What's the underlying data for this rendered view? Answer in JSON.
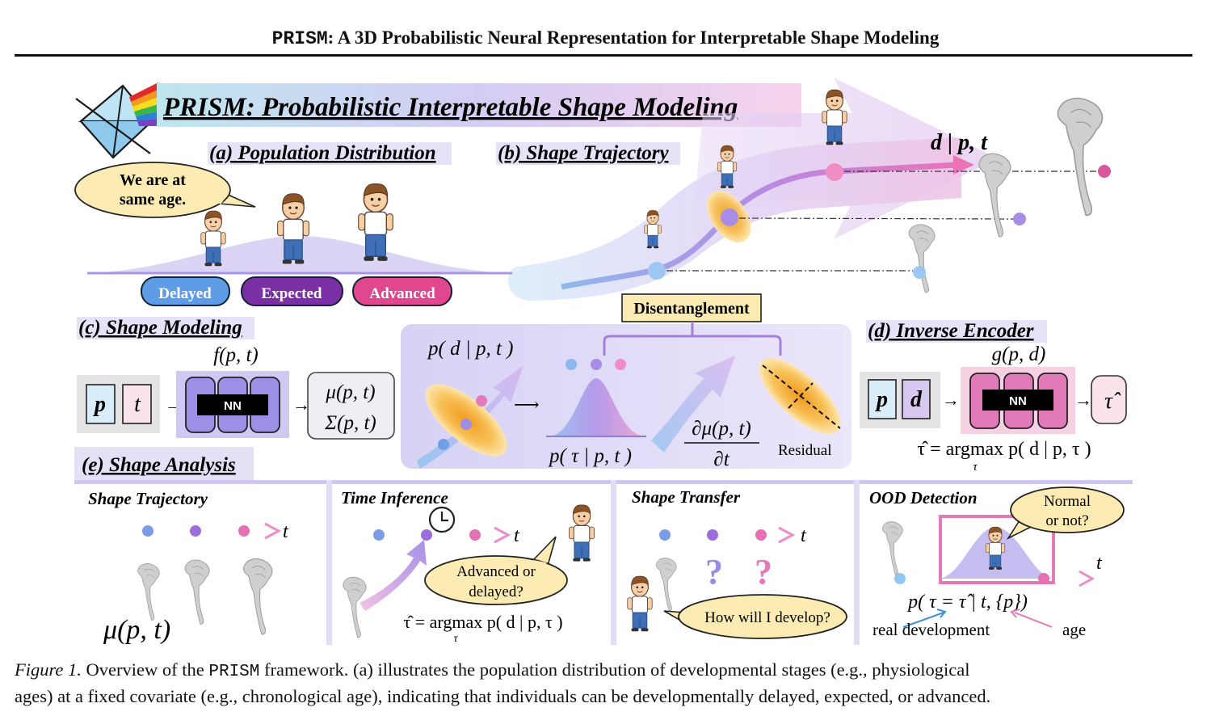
{
  "header": {
    "prefix": "PRISM",
    "rest": ": A 3D Probabilistic Neural Representation for Interpretable Shape Modeling"
  },
  "banner": {
    "title": "PRISM: Probabilistic Interpretable Shape Modeling"
  },
  "panel_a": {
    "title": "(a) Population Distribution",
    "bubble_line1": "We are at",
    "bubble_line2": "same age.",
    "labels": [
      "Delayed",
      "Expected",
      "Advanced"
    ]
  },
  "panel_b": {
    "title": "(b) Shape Trajectory",
    "equation": "d | p, t"
  },
  "panel_c": {
    "title": "(c) Shape Modeling",
    "f_label": "f(p, t)",
    "input_p": "p",
    "input_t": "t",
    "nn": "NN",
    "mu": "μ(p, t)",
    "sigma": "Σ(p, t)",
    "disentanglement": "Disentanglement",
    "p_d": "p( d | p, t )",
    "p_tau": "p( τ | p, t )",
    "deriv_num": "∂μ(p, t)",
    "deriv_den": "∂t",
    "residual": "Residual"
  },
  "panel_d": {
    "title": "(d) Inverse Encoder",
    "g_label": "g(p, d)",
    "input_p": "p",
    "input_d": "d",
    "nn": "NN",
    "output": "τ̂",
    "formula": "τ̂ = argmax p( d | p, τ )",
    "formula_sub": "τ"
  },
  "panel_e": {
    "title": "(e) Shape Analysis",
    "sub1": {
      "title": "Shape Trajectory",
      "axis": "t",
      "mu": "μ(p, t)"
    },
    "sub2": {
      "title": "Time Inference",
      "axis": "t",
      "bubble_line1": "Advanced or",
      "bubble_line2": "delayed?",
      "formula": "τ̂ = argmax p( d | p, τ )",
      "formula_sub": "τ"
    },
    "sub3": {
      "title": "Shape Transfer",
      "axis": "t",
      "q": "?",
      "bubble": "How will I develop?"
    },
    "sub4": {
      "title": "OOD Detection",
      "axis": "t",
      "bubble_line1": "Normal",
      "bubble_line2": "or not?",
      "formula": "p( τ = τ̂ | t, {p})",
      "real": "real development",
      "age": "age"
    }
  },
  "caption": {
    "label": "Figure 1.",
    "t1": " Overview of the ",
    "mono": "PRISM",
    "t2": " framework.  (a) illustrates the population distribution of developmental stages (e.g., physiological",
    "line2": "ages) at a fixed covariate (e.g., chronological age), indicating that individuals can be developmentally delayed, expected, or advanced."
  },
  "colors": {
    "delayed": "#4f8fe0",
    "expected": "#7a2fa5",
    "advanced": "#e0478f",
    "violet": "#9b7fe6",
    "pink": "#e27ab8"
  }
}
